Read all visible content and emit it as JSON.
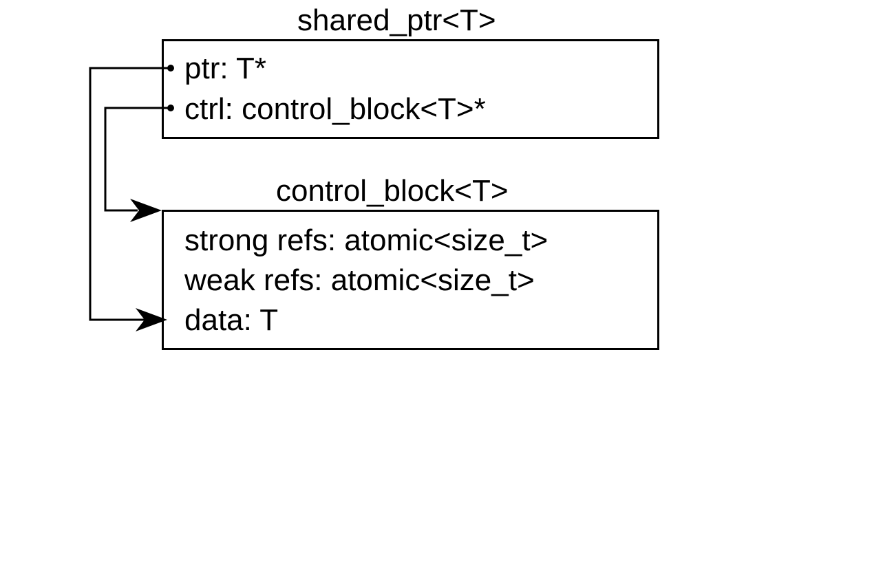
{
  "shared_ptr": {
    "title": "shared_ptr<T>",
    "fields": [
      "ptr: T*",
      "ctrl: control_block<T>*"
    ]
  },
  "control_block": {
    "title": "control_block<T>",
    "fields": [
      "strong refs: atomic<size_t>",
      "weak refs: atomic<size_t>",
      "data: T"
    ]
  },
  "colors": {
    "stroke": "#000000",
    "background": "#ffffff"
  }
}
